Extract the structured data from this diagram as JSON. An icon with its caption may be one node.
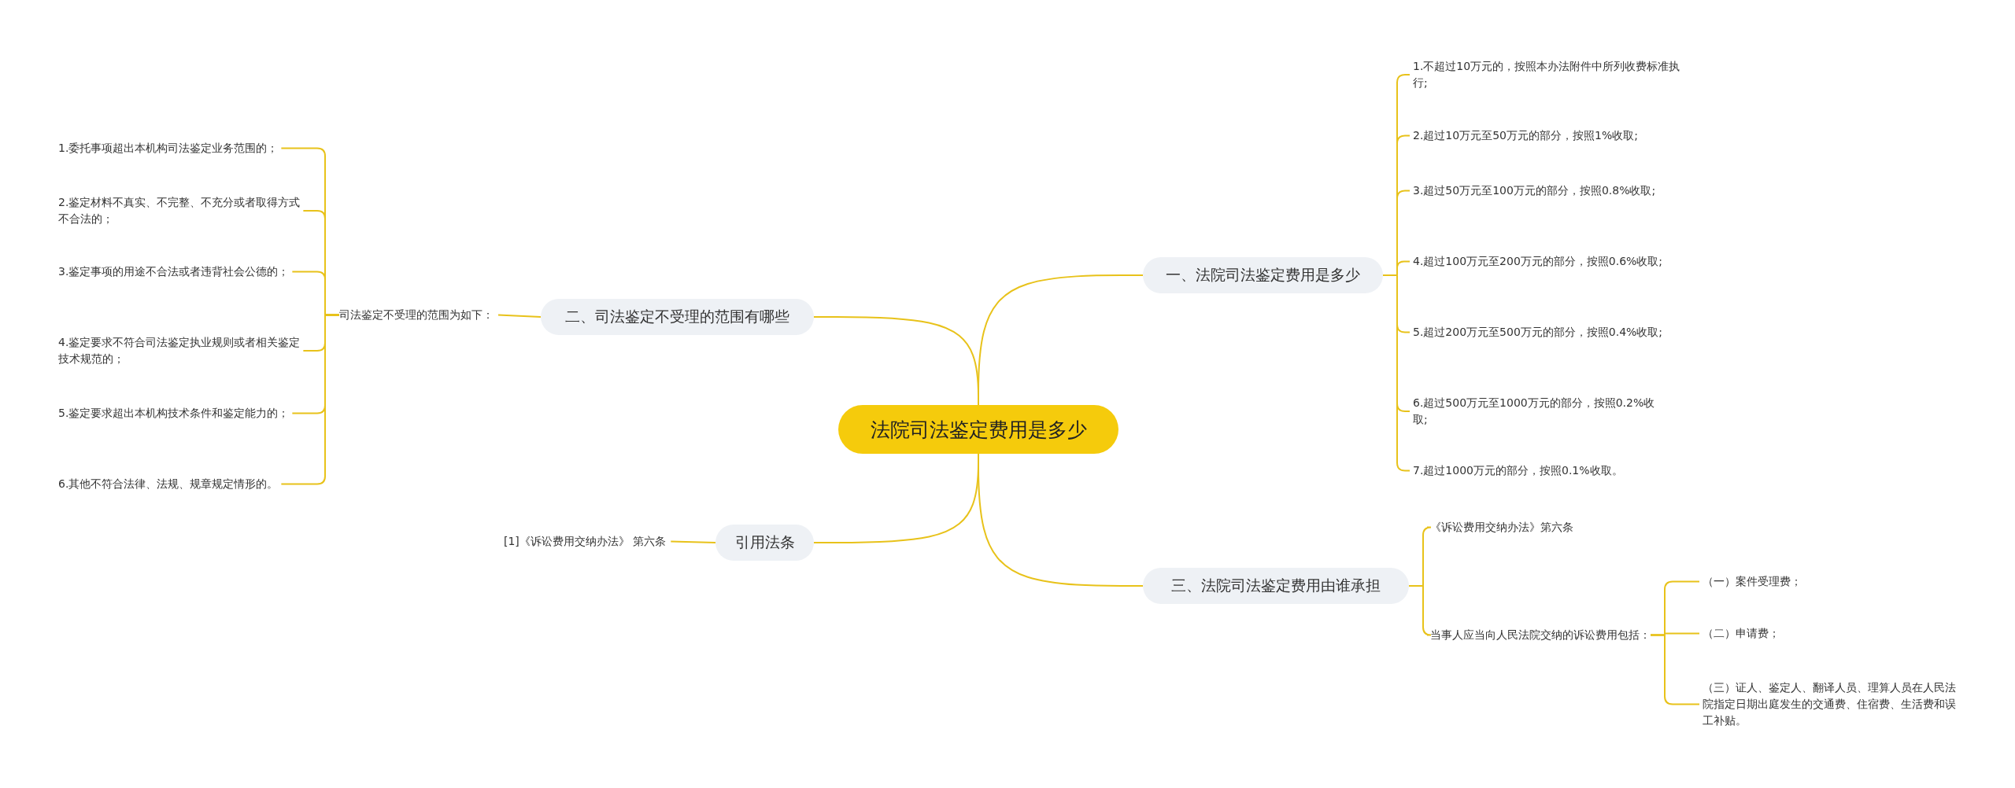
{
  "diagram": {
    "nodes": [
      {
        "text": [
          "法院司法鉴定费用是多少"
        ]
      },
      {
        "text": [
          "一、法院司法鉴定费用是多少"
        ]
      },
      {
        "text": [
          "1.不超过10万元的，按照本办法附件中所列收费标准执行;"
        ]
      },
      {
        "text": [
          "2.超过10万元至50万元的部分，按照1%收取;"
        ]
      },
      {
        "text": [
          "3.超过50万元至100万元的部分，按照0.8%收取;"
        ]
      },
      {
        "text": [
          "4.超过100万元至200万元的部分，按照0.6%收取;"
        ]
      },
      {
        "text": [
          "5.超过200万元至500万元的部分，按照0.4%收取;"
        ]
      },
      {
        "text": [
          "6.超过500万元至1000万元的部分，按照0.2%收取;"
        ]
      },
      {
        "text": [
          "7.超过1000万元的部分，按照0.1%收取。"
        ]
      },
      {
        "text": [
          "二、司法鉴定不受理的范围有哪些"
        ]
      },
      {
        "text": [
          "司法鉴定不受理的范围为如下："
        ]
      },
      {
        "text": [
          "1.委托事项超出本机构司法鉴定业务范围的；"
        ]
      },
      {
        "text": [
          "2.鉴定材料不真实、不完整、不充分或者取得方式不合法的；"
        ]
      },
      {
        "text": [
          "3.鉴定事项的用途不合法或者违背社会公德的；"
        ]
      },
      {
        "text": [
          "4.鉴定要求不符合司法鉴定执业规则或者相关鉴定技术规范的；"
        ]
      },
      {
        "text": [
          "5.鉴定要求超出本机构技术条件和鉴定能力的；"
        ]
      },
      {
        "text": [
          "6.其他不符合法律、法规、规章规定情形的。"
        ]
      },
      {
        "text": [
          "引用法条"
        ]
      },
      {
        "text": [
          "[1]《诉讼费用交纳办法》 第六条"
        ]
      },
      {
        "text": [
          "三、法院司法鉴定费用由谁承担"
        ]
      },
      {
        "text": [
          "《诉讼费用交纳办法》第六条"
        ]
      },
      {
        "text": [
          "当事人应当向人民法院交纳的诉讼费用包括："
        ]
      },
      {
        "text": [
          "（一）案件受理费；"
        ]
      },
      {
        "text": [
          "（二）申请费；"
        ]
      },
      {
        "text": [
          "（三）证人、鉴定人、翻译人员、理算人员在人民法院指定日期出庭发生的交通费、住宿费、生活费和误工补贴。"
        ]
      }
    ],
    "edges": [
      {
        "from": 0,
        "to": 1,
        "arrow": "none"
      },
      {
        "from": 1,
        "to": 2,
        "arrow": "none"
      },
      {
        "from": 1,
        "to": 3,
        "arrow": "none"
      },
      {
        "from": 1,
        "to": 4,
        "arrow": "none"
      },
      {
        "from": 1,
        "to": 5,
        "arrow": "none"
      },
      {
        "from": 1,
        "to": 6,
        "arrow": "none"
      },
      {
        "from": 1,
        "to": 7,
        "arrow": "none"
      },
      {
        "from": 1,
        "to": 8,
        "arrow": "none"
      },
      {
        "from": 0,
        "to": 9,
        "arrow": "none"
      },
      {
        "from": 9,
        "to": 10,
        "arrow": "none"
      },
      {
        "from": 10,
        "to": 11,
        "arrow": "none"
      },
      {
        "from": 10,
        "to": 12,
        "arrow": "none"
      },
      {
        "from": 10,
        "to": 13,
        "arrow": "none"
      },
      {
        "from": 10,
        "to": 14,
        "arrow": "none"
      },
      {
        "from": 10,
        "to": 15,
        "arrow": "none"
      },
      {
        "from": 10,
        "to": 16,
        "arrow": "none"
      },
      {
        "from": 0,
        "to": 17,
        "arrow": "none"
      },
      {
        "from": 17,
        "to": 18,
        "arrow": "none"
      },
      {
        "from": 0,
        "to": 19,
        "arrow": "none"
      },
      {
        "from": 19,
        "to": 20,
        "arrow": "none"
      },
      {
        "from": 19,
        "to": 21,
        "arrow": "none"
      },
      {
        "from": 21,
        "to": 22,
        "arrow": "none"
      },
      {
        "from": 21,
        "to": 23,
        "arrow": "none"
      },
      {
        "from": 21,
        "to": 24,
        "arrow": "none"
      }
    ]
  }
}
